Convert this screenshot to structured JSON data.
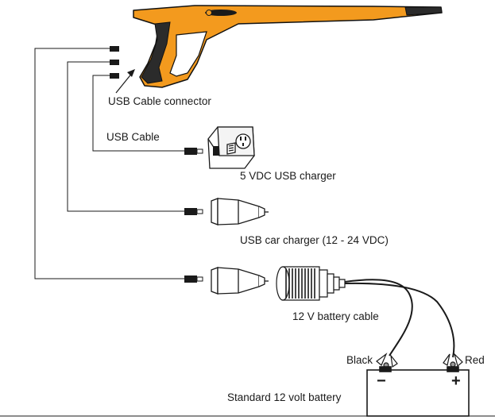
{
  "labels": {
    "usb_cable_connector": "USB Cable connector",
    "usb_cable": "USB Cable",
    "usb_charger": "5 VDC USB charger",
    "car_charger": "USB car charger (12 - 24 VDC)",
    "battery_cable": "12 V battery cable",
    "black": "Black",
    "red": "Red",
    "battery": "Standard 12 volt battery",
    "minus": "−",
    "plus": "+"
  },
  "colors": {
    "handle_orange": "#f39a1e",
    "grip_dark": "#2b2b2b",
    "line": "#1a1a1a"
  },
  "icons": {
    "wand": "wand-handle-icon",
    "usb_wall": "usb-wall-charger-icon",
    "car_plug": "car-charger-plug-icon",
    "socket": "cigarette-socket-icon",
    "battery": "car-battery-icon"
  }
}
